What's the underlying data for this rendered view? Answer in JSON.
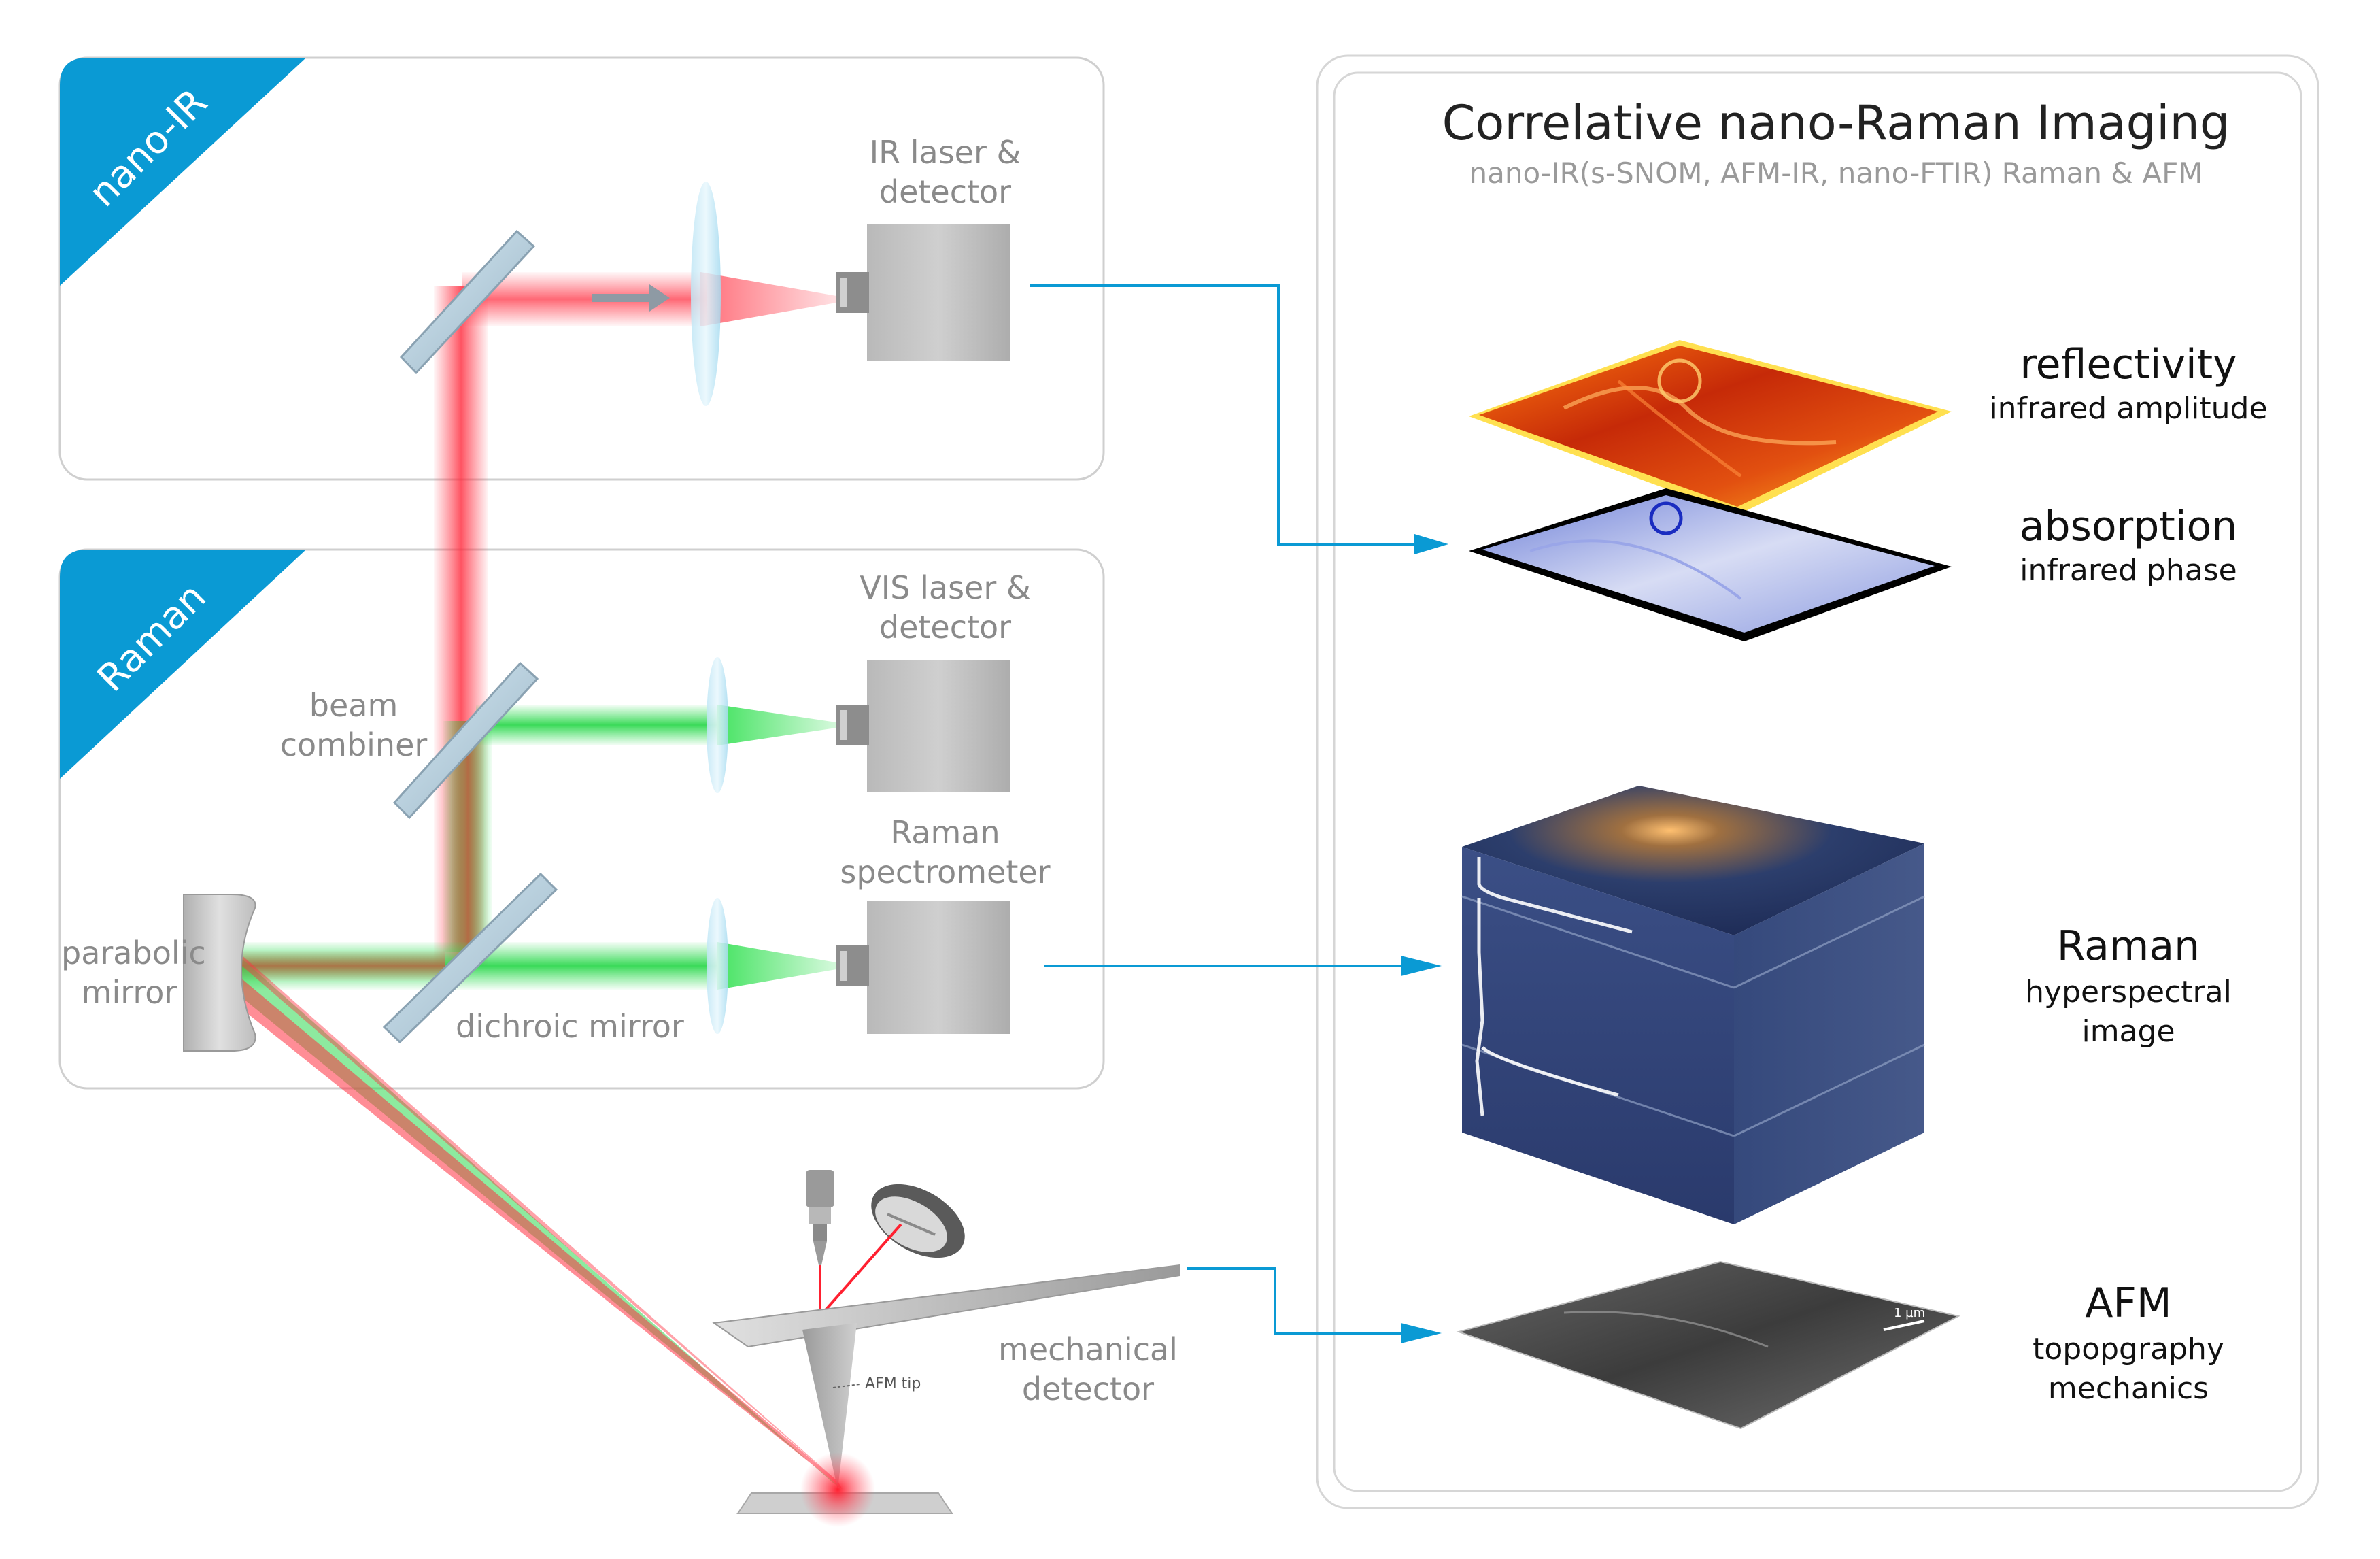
{
  "panel_nano_ir": {
    "label": "nano-IR"
  },
  "panel_raman": {
    "label": "Raman"
  },
  "components": {
    "ir_detector": [
      "IR laser &",
      "detector"
    ],
    "vis_detector": [
      "VIS laser &",
      "detector"
    ],
    "raman_spectrometer": [
      "Raman",
      "spectrometer"
    ],
    "beam_combiner": [
      "beam",
      "combiner"
    ],
    "parabolic_mirror": [
      "parabolic",
      "mirror"
    ],
    "dichroic_mirror": "dichroic mirror",
    "mechanical_detector": [
      "mechanical",
      "detector"
    ],
    "afm_tip": "AFM tip"
  },
  "right_panel": {
    "title": "Correlative nano-Raman Imaging",
    "subtitle": "nano-IR(s-SNOM, AFM-IR, nano-FTIR) Raman & AFM",
    "items": [
      {
        "main": "reflectivity",
        "sub": [
          "infrared amplitude"
        ]
      },
      {
        "main": "absorption",
        "sub": [
          "infrared phase"
        ]
      },
      {
        "main": "Raman",
        "sub": [
          "hyperspectral",
          "image"
        ]
      },
      {
        "main": "AFM",
        "sub": [
          "topopgraphy",
          "mechanics"
        ]
      }
    ],
    "scale_bar": "1 µm"
  },
  "colors": {
    "accent_blue": "#0a9ad4",
    "ir_beam": "#ff3040",
    "vis_beam": "#30e050",
    "panel_border": "#cfcfcf",
    "label_gray": "#8a8a8a"
  }
}
